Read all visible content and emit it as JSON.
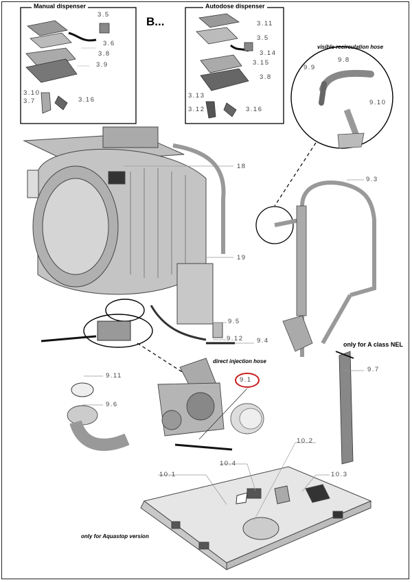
{
  "section_letter": "B...",
  "boxes": {
    "manual": {
      "title": "Manual dispenser",
      "labels": [
        "3.5",
        "3.6",
        "3.8",
        "3.9",
        "3.10",
        "3.7",
        "3.16"
      ]
    },
    "autodose": {
      "title": "Autodose dispenser",
      "labels": [
        "3.11",
        "3.5",
        "3.14",
        "3.15",
        "3.8",
        "3.13",
        "3.12",
        "3.16"
      ]
    }
  },
  "callout": {
    "title": "visible recirculation hose",
    "labels": [
      "9.9",
      "9.8",
      "9.10"
    ]
  },
  "parts": {
    "p18": "18",
    "p19": "19",
    "p93": "9.3",
    "p95": "9.5",
    "p912": "9.12",
    "p94": "9.4",
    "p97": "9.7",
    "p91": "9.1",
    "p911": "9.11",
    "p96": "9.6",
    "p101": "10.1",
    "p104": "10.4",
    "p102": "10.2",
    "p103": "10.3"
  },
  "notes": {
    "direct_injection": "direct injection hose",
    "a_class": "only for A class NEL",
    "aquastop": "only for Aquastop version"
  }
}
